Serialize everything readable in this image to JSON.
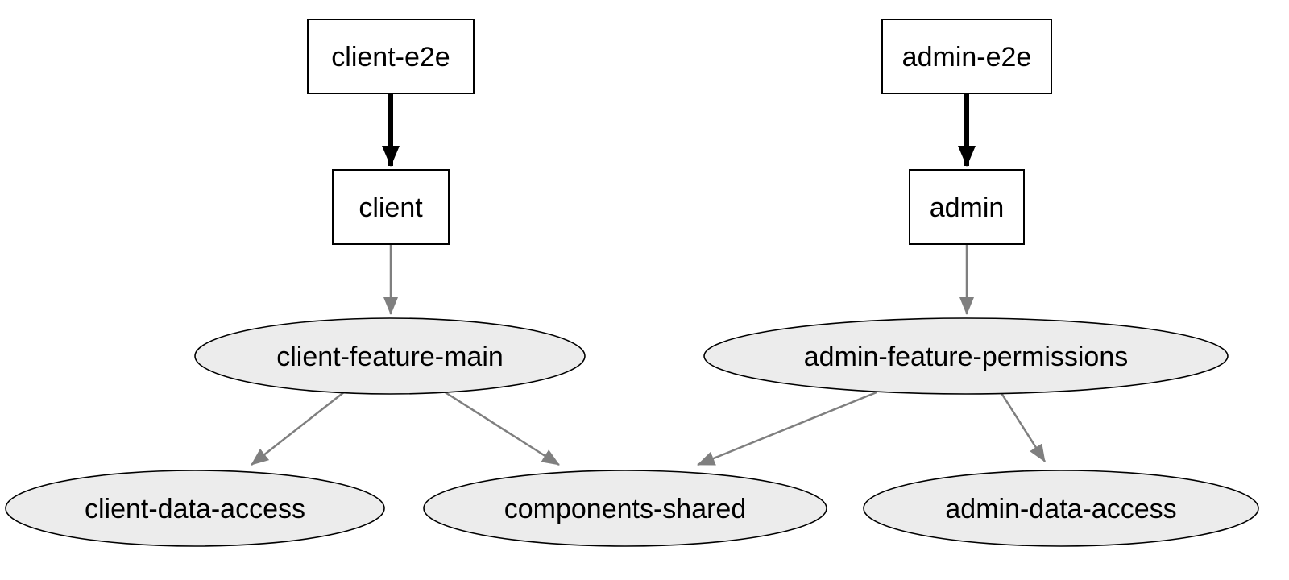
{
  "diagram": {
    "type": "dependency-graph",
    "colors": {
      "rect_fill": "#ffffff",
      "rect_stroke": "#000000",
      "ellipse_fill": "#ececec",
      "ellipse_stroke": "#000000",
      "edge_strong": "#000000",
      "edge_normal": "#7f7f7f",
      "label": "#000000"
    },
    "nodes": [
      {
        "id": "client-e2e",
        "label": "client-e2e",
        "shape": "rect"
      },
      {
        "id": "client",
        "label": "client",
        "shape": "rect"
      },
      {
        "id": "client-feature-main",
        "label": "client-feature-main",
        "shape": "ellipse"
      },
      {
        "id": "client-data-access",
        "label": "client-data-access",
        "shape": "ellipse"
      },
      {
        "id": "components-shared",
        "label": "components-shared",
        "shape": "ellipse"
      },
      {
        "id": "admin-e2e",
        "label": "admin-e2e",
        "shape": "rect"
      },
      {
        "id": "admin",
        "label": "admin",
        "shape": "rect"
      },
      {
        "id": "admin-feature-permissions",
        "label": "admin-feature-permissions",
        "shape": "ellipse"
      },
      {
        "id": "admin-data-access",
        "label": "admin-data-access",
        "shape": "ellipse"
      }
    ],
    "edges": [
      {
        "from": "client-e2e",
        "to": "client",
        "style": "bold"
      },
      {
        "from": "client",
        "to": "client-feature-main",
        "style": "normal"
      },
      {
        "from": "client-feature-main",
        "to": "client-data-access",
        "style": "normal"
      },
      {
        "from": "client-feature-main",
        "to": "components-shared",
        "style": "normal"
      },
      {
        "from": "admin-e2e",
        "to": "admin",
        "style": "bold"
      },
      {
        "from": "admin",
        "to": "admin-feature-permissions",
        "style": "normal"
      },
      {
        "from": "admin-feature-permissions",
        "to": "components-shared",
        "style": "normal"
      },
      {
        "from": "admin-feature-permissions",
        "to": "admin-data-access",
        "style": "normal"
      }
    ]
  }
}
